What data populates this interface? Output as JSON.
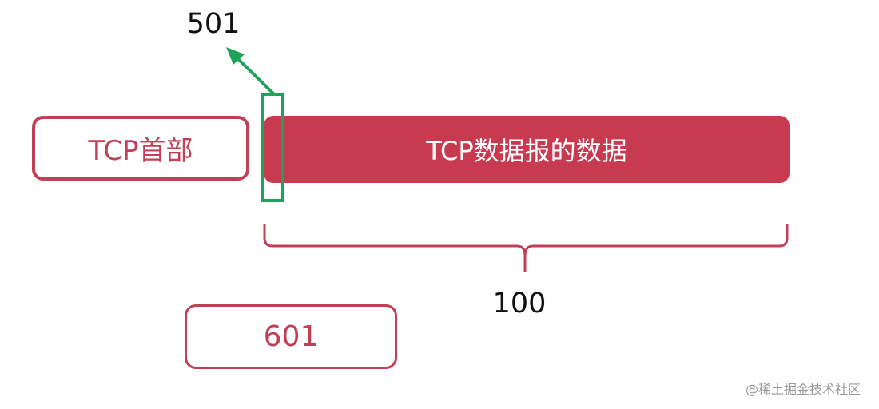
{
  "header_label": "TCP首部",
  "data_label": "TCP数据报的数据",
  "pointer_label": "501",
  "length_label": "100",
  "next_seq_label": "601",
  "watermark": "@稀土掘金技术社区",
  "colors": {
    "accent": "#c73a4f",
    "highlight": "#1fa35a"
  }
}
